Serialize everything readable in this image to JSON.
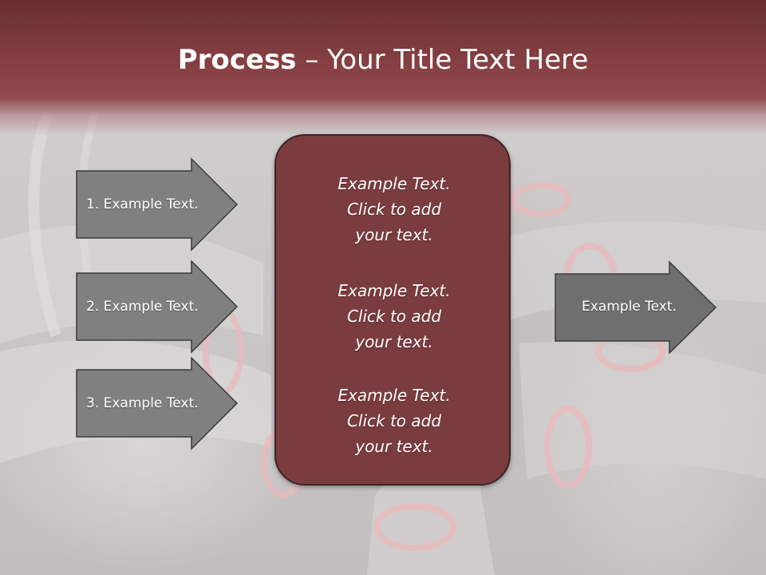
{
  "slide": {
    "title_bold": "Process",
    "title_rest": " – Your Title Text Here"
  },
  "left_arrows": [
    {
      "label": "1. Example Text."
    },
    {
      "label": "2. Example Text."
    },
    {
      "label": "3. Example Text."
    }
  ],
  "center_box": {
    "blocks": [
      {
        "lines": [
          "Example Text.",
          "Click  to add",
          "your text."
        ]
      },
      {
        "lines": [
          "Example Text.",
          "Click  to add",
          "your text."
        ]
      },
      {
        "lines": [
          "Example Text.",
          "Click  to add",
          "your text."
        ]
      }
    ]
  },
  "right_arrow": {
    "label": "Example Text."
  },
  "colors": {
    "header": "#853f42",
    "center_box": "#7b3c3f",
    "arrow_fill": "#808080",
    "arrow_stroke": "#3a3a3a"
  }
}
